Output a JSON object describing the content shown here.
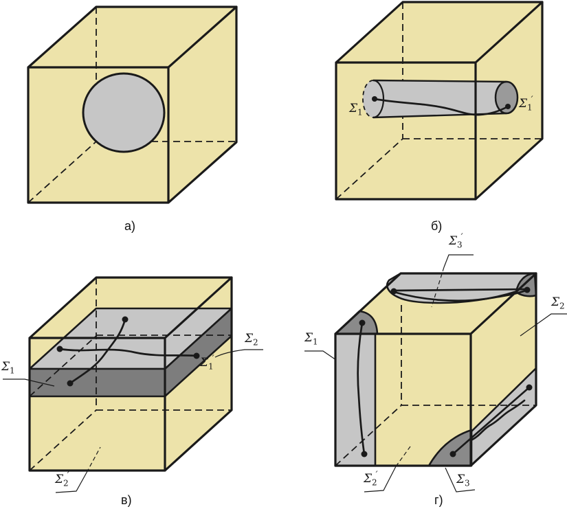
{
  "colors": {
    "face_yellow": "#EDE3AA",
    "region_light_gray": "#C6C6C6",
    "region_dark_gray": "#7D7D7D",
    "patch_gray": "#8A8A8A",
    "cylinder_far_gray": "#9A9A9A",
    "outline": "#1a1a1a",
    "background": "#ffffff"
  },
  "panels": {
    "a": {
      "caption": "а)"
    },
    "b": {
      "caption": "б)",
      "labels": {
        "sigma1": {
          "base": "Σ",
          "sub": "1",
          "prime": ""
        },
        "sigma1p": {
          "base": "Σ",
          "sub": "1",
          "prime": "′"
        }
      }
    },
    "v": {
      "caption": "в)",
      "labels": {
        "sigma1": {
          "base": "Σ",
          "sub": "1",
          "prime": ""
        },
        "sigma1p": {
          "base": "Σ",
          "sub": "1",
          "prime": "′"
        },
        "sigma2": {
          "base": "Σ",
          "sub": "2",
          "prime": ""
        },
        "sigma2p": {
          "base": "Σ",
          "sub": "2",
          "prime": "′"
        }
      }
    },
    "g": {
      "caption": "г)",
      "labels": {
        "sigma1": {
          "base": "Σ",
          "sub": "1",
          "prime": ""
        },
        "sigma2": {
          "base": "Σ",
          "sub": "2",
          "prime": ""
        },
        "sigma2p": {
          "base": "Σ",
          "sub": "2",
          "prime": "′"
        },
        "sigma3": {
          "base": "Σ",
          "sub": "3",
          "prime": ""
        },
        "sigma3p": {
          "base": "Σ",
          "sub": "3",
          "prime": "′"
        }
      }
    }
  }
}
